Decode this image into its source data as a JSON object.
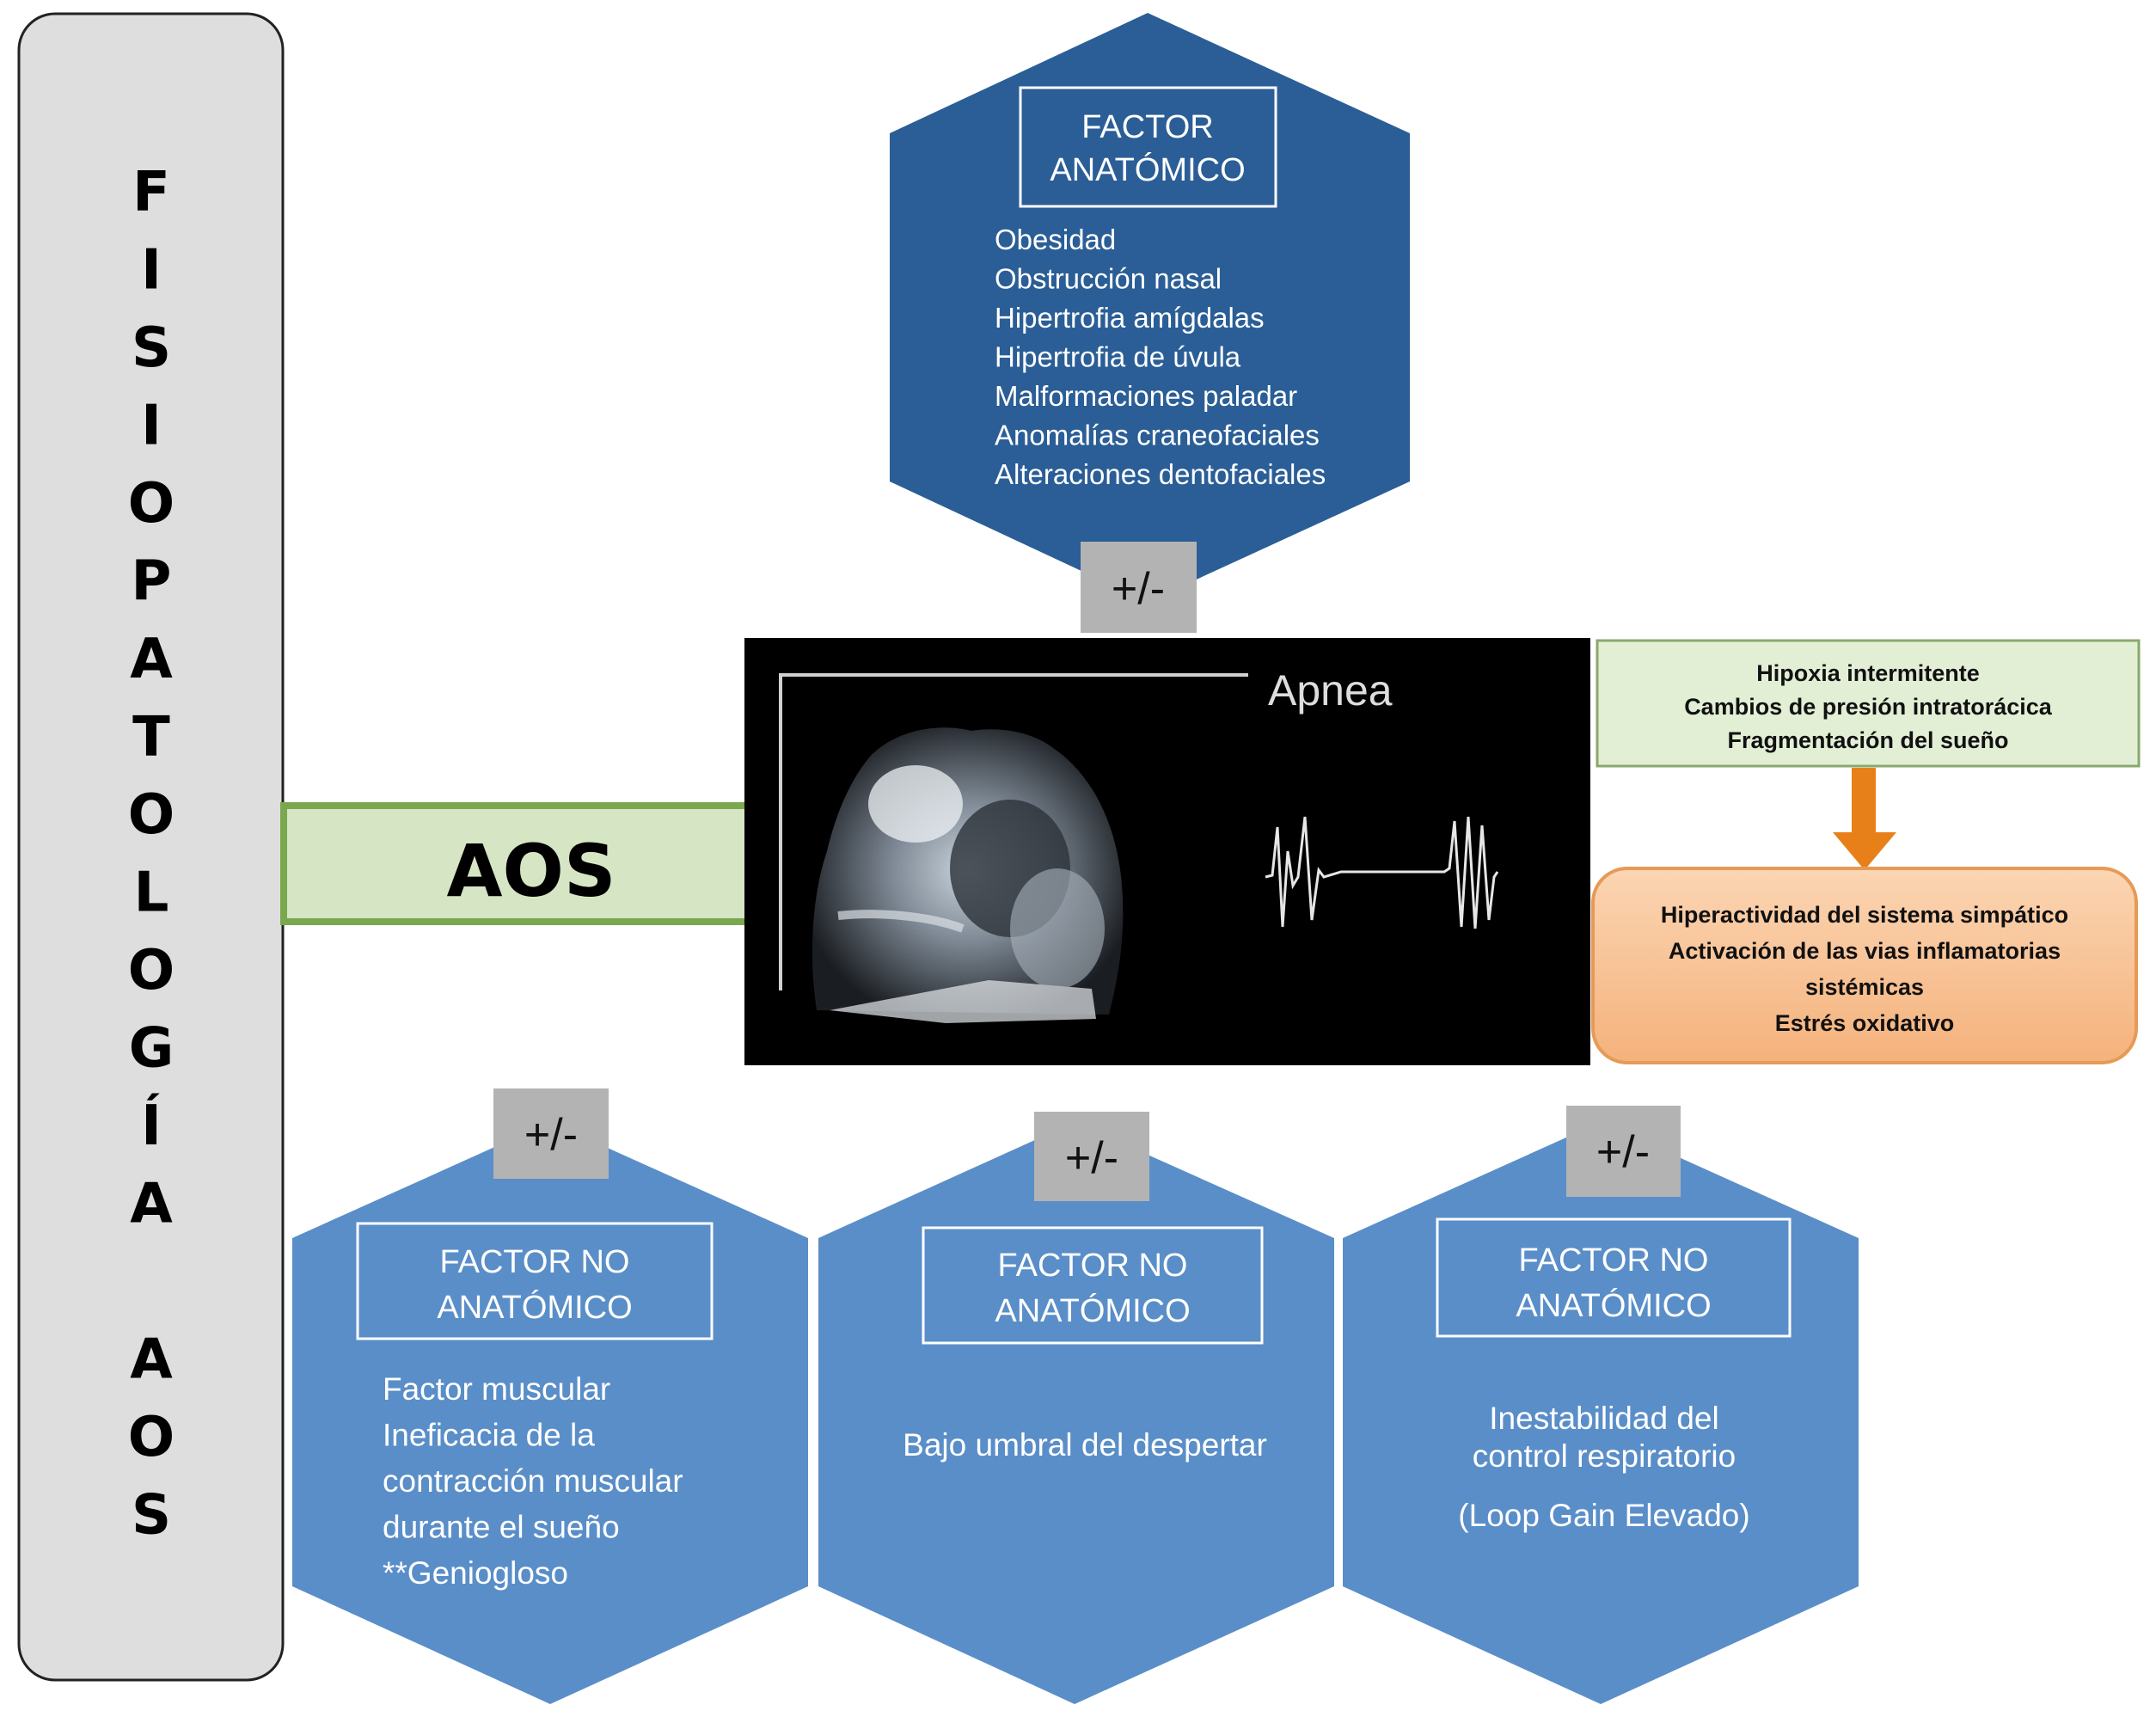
{
  "colors": {
    "hex_dark": "#2b5e96",
    "hex_light": "#5a8ec8",
    "center_bar": "#d6e5c4",
    "center_bar_border": "#7aa84e",
    "green_box": "#e2efd5",
    "orange_box": "#f8c49a",
    "orange_arrow": "#e8801a",
    "sign_box": "#b3b3b3",
    "side_panel": "#dedede"
  },
  "title_vertical": "FISIOPATOLOGÍA AOS",
  "center": {
    "label": "AOS",
    "image_caption": "Apnea"
  },
  "sign": "+/-",
  "anatomic": {
    "title_line1": "FACTOR",
    "title_line2": "ANATÓMICO",
    "items": [
      "Obesidad",
      "Obstrucción nasal",
      "Hipertrofia amígdalas",
      "Hipertrofia de úvula",
      "Malformaciones paladar",
      "Anomalías craneofaciales",
      "Alteraciones dentofaciales"
    ]
  },
  "non_anatomic": [
    {
      "title_line1": "FACTOR NO",
      "title_line2": "ANATÓMICO",
      "lines": [
        "Factor muscular",
        "Ineficacia de la",
        "contracción muscular",
        " durante el sueño",
        "**Geniogloso"
      ]
    },
    {
      "title_line1": "FACTOR NO",
      "title_line2": "ANATÓMICO",
      "lines": [
        "Bajo umbral del despertar"
      ]
    },
    {
      "title_line1": "FACTOR NO",
      "title_line2": "ANATÓMICO",
      "lines": [
        "Inestabilidad del",
        "control respiratorio",
        "(Loop Gain Elevado)"
      ]
    }
  ],
  "consequences": [
    "Hipoxia intermitente",
    "Cambios de presión intratorácica",
    "Fragmentación del sueño"
  ],
  "effects": [
    "Hiperactividad del sistema simpático",
    "Activación de las vias inflamatorias",
    "sistémicas",
    "Estrés oxidativo"
  ]
}
